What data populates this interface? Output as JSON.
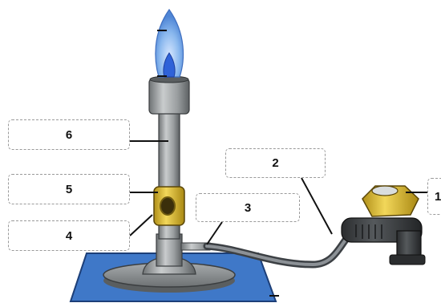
{
  "labels": {
    "l1": "1",
    "l2": "2",
    "l3": "3",
    "l4": "4",
    "l5": "5",
    "l6": "6"
  },
  "colors": {
    "flame_outer": "#8ab8ee",
    "flame_inner": "#2f62d8",
    "barrel": "#9da1a3",
    "collar": "#e8c83a",
    "tubing": "#6b7075",
    "base_mat": "#3f78c8",
    "valve": "#3a3d40"
  }
}
